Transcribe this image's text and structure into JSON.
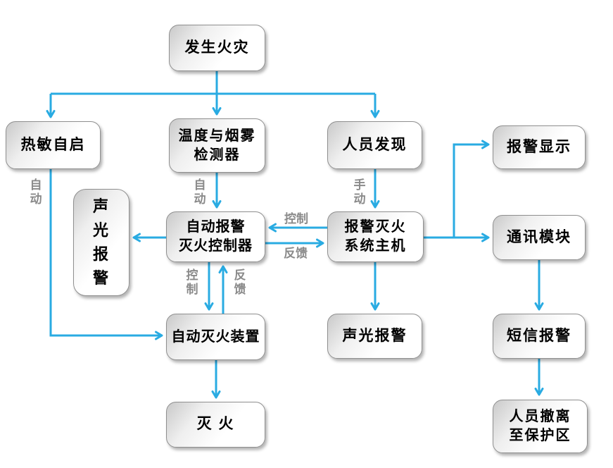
{
  "diagram": {
    "type": "flowchart",
    "topic": "fire-alarm-and-extinguishing-system",
    "colors": {
      "arrow": "#29ABE2",
      "box_border": "#8f8f8f",
      "box_fill_gradient": [
        "#c9c9c9",
        "#ffffff"
      ],
      "edge_label": "#8a8a8a",
      "node_text": "#000000",
      "background": "#ffffff"
    },
    "nodes": {
      "fire_occurs": {
        "label": "发生火灾"
      },
      "thermal_self_start": {
        "label": "热敏自启"
      },
      "temp_smoke_detector": {
        "label": "温度与烟雾\n检测器"
      },
      "person_discovery": {
        "label": "人员发现"
      },
      "alarm_display": {
        "label": "报警显示"
      },
      "sound_light_alarm_vertical": {
        "label": "声\n光\n报\n警"
      },
      "auto_alarm_controller": {
        "label": "自动报警\n灭火控制器"
      },
      "alarm_system_host": {
        "label": "报警灭火\n系统主机"
      },
      "comm_module": {
        "label": "通讯模块"
      },
      "auto_extinguisher_device": {
        "label": "自动灭火装置"
      },
      "sound_light_alarm": {
        "label": "声光报警"
      },
      "sms_alarm": {
        "label": "短信报警"
      },
      "extinguish_fire": {
        "label": "灭 火"
      },
      "evacuate": {
        "label": "人员撤离\n至保护区"
      }
    },
    "edge_labels": {
      "auto_thermal": "自\n动",
      "auto_detector": "自\n动",
      "manual_person": "手\n动",
      "control_horizontal": "控制",
      "feedback_horizontal": "反馈",
      "control_vertical": "控\n制",
      "feedback_vertical": "反\n馈"
    },
    "edges": [
      "fire_occurs -> thermal_self_start",
      "fire_occurs -> temp_smoke_detector",
      "fire_occurs -> person_discovery",
      "temp_smoke_detector -> auto_alarm_controller (自动)",
      "person_discovery -> alarm_system_host (手动)",
      "thermal_self_start -> auto_extinguisher_device (自动)",
      "auto_alarm_controller -> sound_light_alarm_vertical",
      "alarm_system_host -> auto_alarm_controller (控制)",
      "auto_alarm_controller -> alarm_system_host (反馈)",
      "auto_alarm_controller -> auto_extinguisher_device (控制)",
      "auto_extinguisher_device -> auto_alarm_controller (反馈)",
      "alarm_system_host -> sound_light_alarm",
      "alarm_system_host -> alarm_display",
      "alarm_system_host -> comm_module",
      "comm_module -> sms_alarm",
      "sms_alarm -> evacuate",
      "auto_extinguisher_device -> extinguish_fire"
    ]
  }
}
